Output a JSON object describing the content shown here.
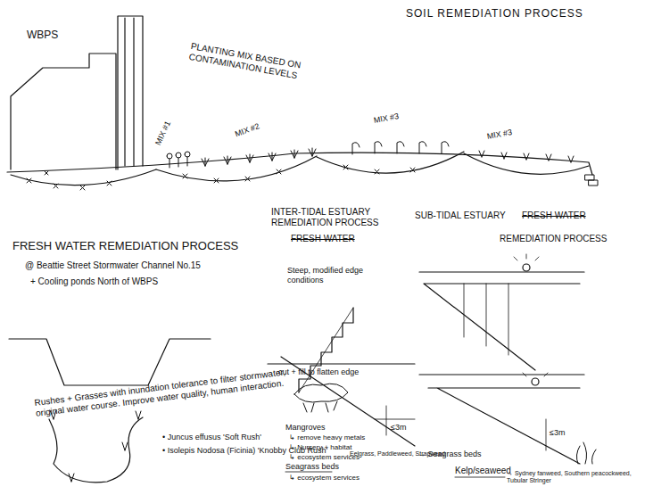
{
  "diagram": {
    "title": "SOIL REMEDIATION PROCESS",
    "labels": [
      "WBPS",
      "PLANTING MIX BASED ON CONTAMINATION LEVELS",
      "MIX #1",
      "MIX #2",
      "MIX #3",
      "MIX #3",
      "INTER-TIDAL ESTUARY REMEDIATION PROCESS",
      "FRESH WATER",
      "SUB-TIDAL ESTUARY",
      "FRESH WATER",
      "REMEDIATION PROCESS",
      "FRESH WATER REMEDIATION PROCESS",
      "@ Beattie Street Stormwater Channel No.15",
      "+ Cooling ponds North of WBPS",
      "Steep, modified edge conditions",
      "cut + fill to flatten edge",
      "Rushes + Grasses with inundation tolerance to filter stormwater, original water course. Improve water quality, human interaction.",
      "• Juncus effusus 'Soft Rush'",
      "• Isolepis Nodosa (Ficinia) 'Knobby Club Rush'",
      "Mangroves",
      "↳ remove heavy metals",
      "↳ Nursery + habitat",
      "↳ ecosystem services",
      "Seagrass beds",
      "↳ ecosystem services",
      "Eelgrass, Paddleweed, Strapweed",
      "→ Seagrass beds",
      "Kelp/seaweed",
      "→ Sydney fanweed, Southern peacockweed, Tubular Stringer",
      "≤3m",
      "≤3m"
    ]
  }
}
